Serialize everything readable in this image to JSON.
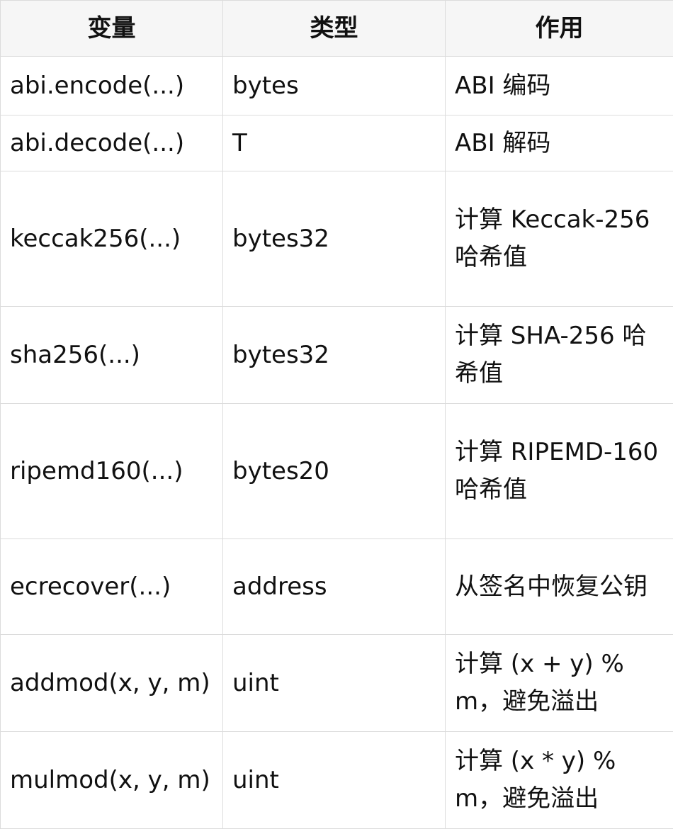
{
  "table": {
    "headers": [
      "变量",
      "类型",
      "作用"
    ],
    "rows": [
      {
        "variable": "abi.encode(...)",
        "type": "bytes",
        "purpose": "ABI 编码"
      },
      {
        "variable": "abi.decode(...)",
        "type": "T",
        "purpose": "ABI 解码"
      },
      {
        "variable": "keccak256(...)",
        "type": "bytes32",
        "purpose": "计算 Keccak-256 哈希值"
      },
      {
        "variable": "sha256(...)",
        "type": "bytes32",
        "purpose": "计算 SHA-256 哈希值"
      },
      {
        "variable": "ripemd160(...)",
        "type": "bytes20",
        "purpose": "计算 RIPEMD-160 哈希值"
      },
      {
        "variable": "ecrecover(...)",
        "type": "address",
        "purpose": "从签名中恢复公钥"
      },
      {
        "variable": "addmod(x, y, m)",
        "type": "uint",
        "purpose": "计算 (x + y) % m，避免溢出"
      },
      {
        "variable": "mulmod(x, y, m)",
        "type": "uint",
        "purpose": "计算 (x * y) % m，避免溢出"
      }
    ]
  }
}
